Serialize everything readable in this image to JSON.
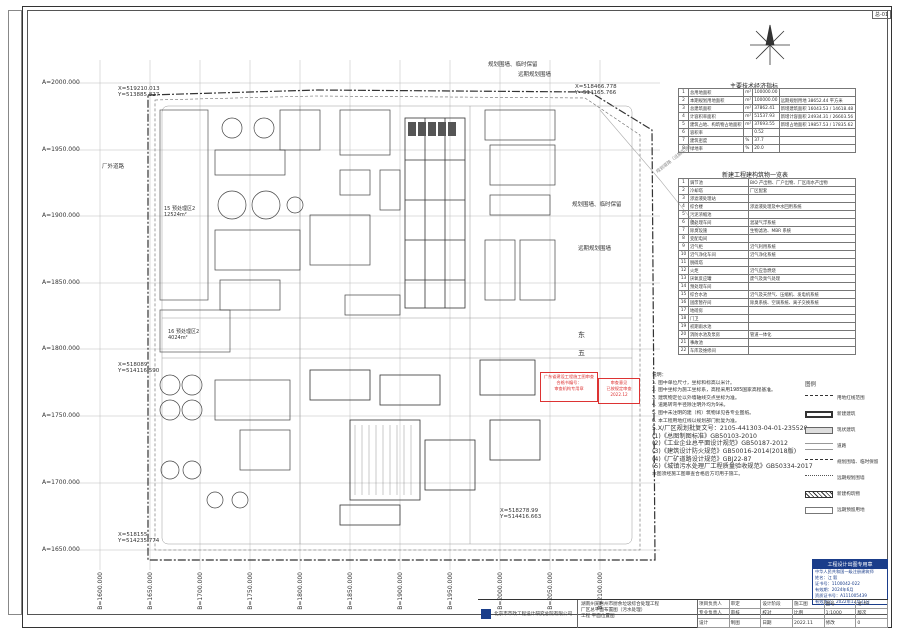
{
  "sheet": {
    "sheet_no": "总-01"
  },
  "coordinates": {
    "y_ticks": [
      "A=2000.000",
      "A=1950.000",
      "A=1900.000",
      "A=1850.000",
      "A=1800.000",
      "A=1750.000",
      "A=1700.000",
      "A=1650.000"
    ],
    "x_ticks": [
      "B=1600.000",
      "B=1650.000",
      "B=1700.000",
      "B=1750.000",
      "B=1800.000",
      "B=1850.000",
      "B=1900.000",
      "B=1950.000",
      "B=2000.000",
      "B=2050.000",
      "B=2100.000"
    ],
    "corner_points": [
      {
        "x": "X=519210.013",
        "y": "Y=513885.827"
      },
      {
        "x": "X=518466.778",
        "y": "Y=514165.766"
      },
      {
        "x": "X=518089.",
        "y": "Y=514116.590"
      },
      {
        "x": "X=518278.99",
        "y": "Y=514416.663"
      },
      {
        "x": "X=518155.",
        "y": "Y=514235.774"
      }
    ]
  },
  "site_labels": {
    "wall_top_1": "规划围墙、临时保留",
    "wall_top_2": "远期规划围墙",
    "wall_right_1": "规划围墙、临时保留",
    "wall_right_2": "远期规划围墙",
    "plant_name": "厂外道路",
    "zone_a": "15 预处理区2\n12524m²",
    "zone_b": "16 预处理区2\n4024m²",
    "mark_east": "东",
    "mark_five": "五",
    "road_note": "规划道路（远期实施）"
  },
  "tech_table": {
    "title": "主要技术经济指标",
    "rows": [
      {
        "n": "1",
        "name": "总用地面积",
        "unit": "m²",
        "value": "100000.00",
        "note": ""
      },
      {
        "n": "2",
        "name": "本期规划用地面积",
        "unit": "m²",
        "value": "100000.00",
        "note": "远期规划用地 38652.44 平方米"
      },
      {
        "n": "3",
        "name": "总建筑面积",
        "unit": "m²",
        "value": "37862.41",
        "note": "新增建筑面积 16043.53 / 14618.48"
      },
      {
        "n": "4",
        "name": "计容积率面积",
        "unit": "m²",
        "value": "51537.93",
        "note": "新增计容面积 24934.31 / 26603.56"
      },
      {
        "n": "5",
        "name": "建筑占地、构筑物占地面积",
        "unit": "m²",
        "value": "37693.55",
        "note": "新增占地面积 19857.53 / 17835.62"
      },
      {
        "n": "6",
        "name": "容积率",
        "unit": "",
        "value": "0.52",
        "note": ""
      },
      {
        "n": "7",
        "name": "建筑密度",
        "unit": "%",
        "value": "37.7",
        "note": ""
      },
      {
        "n": "8",
        "name": "绿地率",
        "unit": "%",
        "value": "20.0",
        "note": ""
      }
    ]
  },
  "building_table": {
    "title": "新建工程建构筑物一览表",
    "rows": [
      {
        "n": "1",
        "name": "调节池",
        "note": "BIO 产出物、厂户出物、厂区雨水产出物"
      },
      {
        "n": "2",
        "name": "冷却塔",
        "note": "厂区配套"
      },
      {
        "n": "3",
        "name": "渗滤液处理站",
        "note": ""
      },
      {
        "n": "4",
        "name": "综合楼",
        "note": "渗滤液处理及中水回用系统"
      },
      {
        "n": "5",
        "name": "污泥浓缩池",
        "note": ""
      },
      {
        "n": "6",
        "name": "膜处理车间",
        "note": "混凝气浮系统"
      },
      {
        "n": "7",
        "name": "除臭设施",
        "note": "生物滤池、MBR 系统"
      },
      {
        "n": "8",
        "name": "变配电间",
        "note": ""
      },
      {
        "n": "9",
        "name": "沼气柜",
        "note": "沼气利用系统"
      },
      {
        "n": "10",
        "name": "沼气净化车间",
        "note": "沼气净化系统"
      },
      {
        "n": "11",
        "name": "脱硫塔",
        "note": ""
      },
      {
        "n": "12",
        "name": "火炬",
        "note": "沼气应急燃烧"
      },
      {
        "n": "13",
        "name": "厌氧反应罐",
        "note": "废气及臭气处理"
      },
      {
        "n": "14",
        "name": "预处理车间",
        "note": ""
      },
      {
        "n": "15",
        "name": "综合水池",
        "note": "沼气及天然气、压缩机、发电机系统"
      },
      {
        "n": "16",
        "name": "固废暂存间",
        "note": "除臭系统、空调系统、离子交换系统"
      },
      {
        "n": "17",
        "name": "地磅房",
        "note": ""
      },
      {
        "n": "18",
        "name": "门卫",
        "note": ""
      },
      {
        "n": "19",
        "name": "初期雨水池",
        "note": ""
      },
      {
        "n": "20",
        "name": "消防水池及泵房",
        "note": "管道一体化"
      },
      {
        "n": "21",
        "name": "事故池",
        "note": ""
      },
      {
        "n": "22",
        "name": "车库及维修间",
        "note": ""
      }
    ]
  },
  "notes": {
    "title": "说明：",
    "items": [
      "1. 图中单位尺寸，坐标和标高以米计。",
      "2. 图中坐标为施工坐标系，高程采用1985国家高程基准。",
      "3. 建筑物定位以外墙轴线交点坐标为准。",
      "4. 道路转弯半径除注明外均为9米。",
      "5. 图中未注明的建（构）筑物详见各专业图纸。",
      "6. 本工程用地红线以规划部门批复为准。"
    ],
    "approval": "5.X/厂区规划批复文号：2105-441303-04-01-235520",
    "standards": [
      "(1)《总图制图标准》GB50103-2010",
      "(2)《工业企业总平面设计规范》GB50187-2012",
      "(3)《建筑设计防火规范》GB50016-2014(2018版)",
      "(4)《厂矿道路设计规范》GBJ22-87",
      "(5)《城镇污水处理厂工程质量验收规范》GB50334-2017"
    ],
    "footer": "本图须经施工图审查合格后方可用于施工。"
  },
  "legend": {
    "title": "图例",
    "items": [
      {
        "label": "用地红线范围",
        "color": "#333333",
        "style": "dash"
      },
      {
        "label": "新建建筑",
        "color": "#333333",
        "style": "double"
      },
      {
        "label": "现状建筑",
        "color": "#666666",
        "style": "solid"
      },
      {
        "label": "道路",
        "color": "#999999",
        "style": "road"
      },
      {
        "label": "规划围墙、临时保留",
        "color": "#333333",
        "style": "dashdot"
      },
      {
        "label": "远期规划围墙",
        "color": "#555555",
        "style": "dot"
      },
      {
        "label": "新建构筑物",
        "color": "#333333",
        "style": "hatch"
      },
      {
        "label": "远期预留用地",
        "color": "#777777",
        "style": "thin"
      }
    ]
  },
  "stamps": {
    "red_1": "广东省建设工程施工图审查\n合格书编号：\n审查机构专用章",
    "red_2": "审查意见\n已按规定审查\n2022.12"
  },
  "cert": {
    "header": "工程设计出图专用章",
    "rows": [
      "中华人民共和国一级注册建筑师",
      "姓名：江  毅",
      "证书号：1100042-022",
      "有效期：2024年6月",
      "资质证书号：A111005439",
      "有效期至：2022年12月31日"
    ]
  },
  "title_block": {
    "company": "北京市市政工程设计研究总院有限公司",
    "project_lines": [
      "湖南州某惠州市厨余垃圾综合处理工程",
      "厂区总平面布置图（污水处理）",
      "工程    平面位置图"
    ],
    "grid": [
      "项目负责人",
      "审定",
      "设计阶段",
      "施工图",
      "图号",
      "总-01",
      "专业负责人",
      "审核",
      "校对",
      "比例",
      "1:1000",
      "版次",
      "设计",
      "制图",
      "日期",
      "2022.11",
      "修改",
      "0"
    ]
  }
}
